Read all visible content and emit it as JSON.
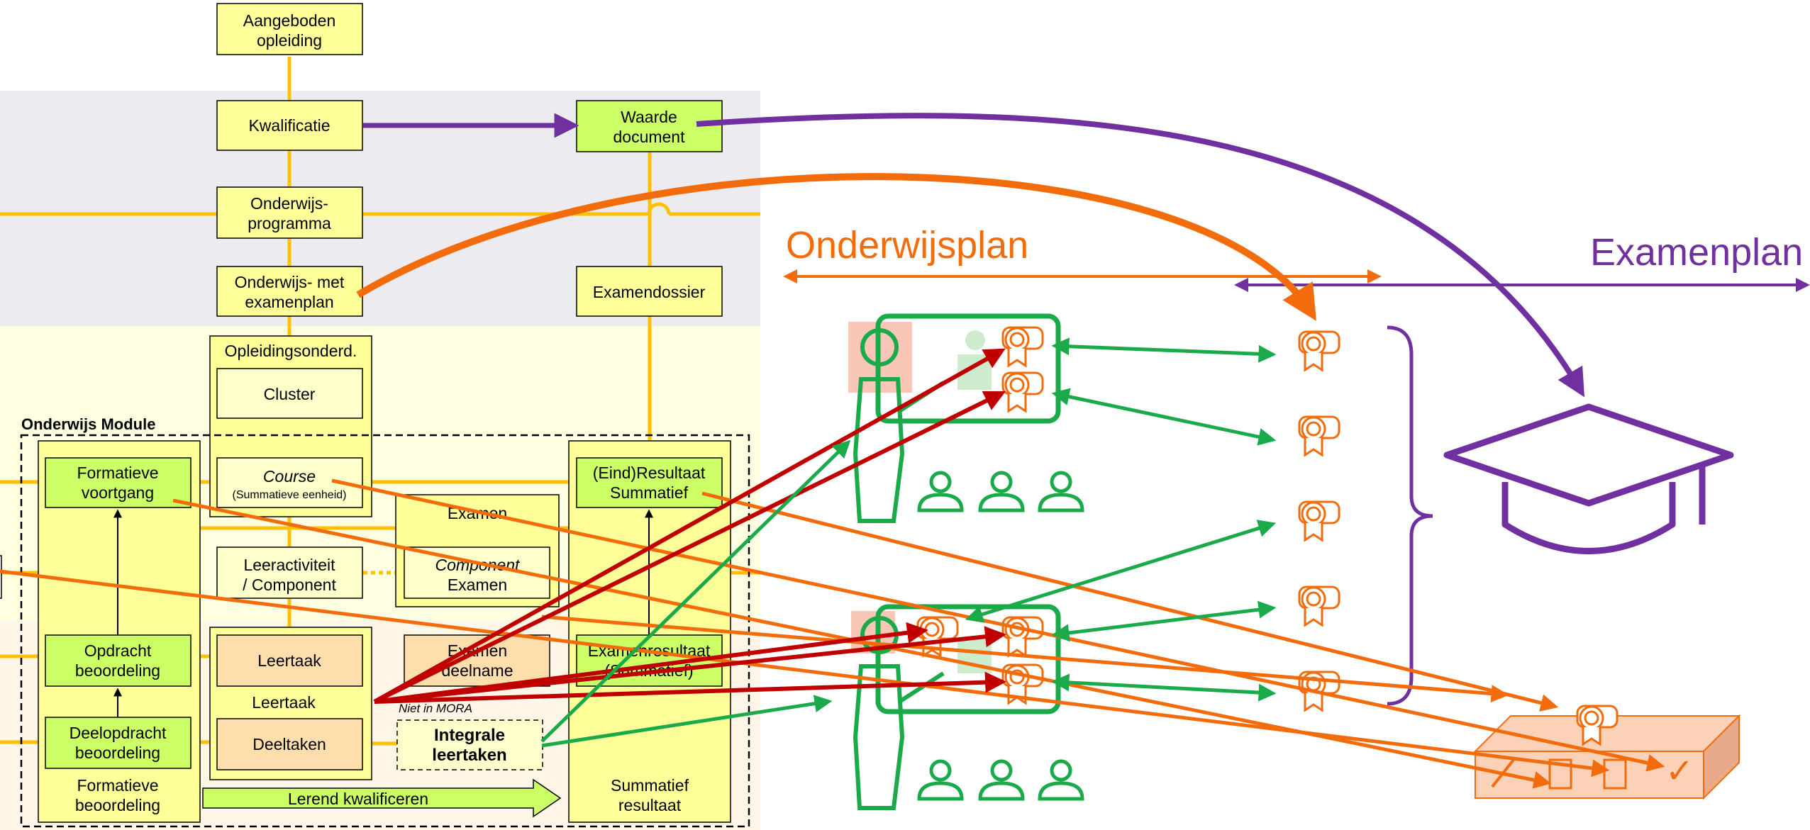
{
  "boxes": {
    "aangeboden": [
      "Aangeboden",
      "opleiding"
    ],
    "kwalificatie": [
      "Kwalificatie"
    ],
    "waarde": [
      "Waarde",
      "document"
    ],
    "onderwijsprogramma": [
      "Onderwijs-",
      "programma"
    ],
    "onderwijs_examenplan": [
      "Onderwijs- met",
      "examenplan"
    ],
    "examendossier": [
      "Examendossier"
    ],
    "opleidingsonderdeel": [
      "Opleidingsonderd."
    ],
    "cluster": [
      "Cluster"
    ],
    "onderwijs_module": [
      "Onderwijs Module"
    ],
    "formatieve_voortgang": [
      "Formatieve",
      "voortgang"
    ],
    "course": [
      "Course"
    ],
    "course_sub": [
      "(Summatieve eenheid)"
    ],
    "eindresultaat": [
      "(Eind)Resultaat",
      "Summatief"
    ],
    "examen": [
      "Examen"
    ],
    "leeractiviteit": [
      "Leeractiviteit",
      "/ Component"
    ],
    "component_examen": [
      "Component",
      "Examen"
    ],
    "opdracht": [
      "Opdracht",
      "beoordeling"
    ],
    "leertaak": [
      "Leertaak"
    ],
    "leertaak_group": [
      "Leertaak"
    ],
    "examen_deelname": [
      "Examen",
      "deelname"
    ],
    "examenresultaat": [
      "Examenresultaat",
      "(Summatief)"
    ],
    "deelopdracht": [
      "Deelopdracht",
      "beoordeling"
    ],
    "deeltaken": [
      "Deeltaken"
    ],
    "integrale": [
      "Integrale",
      "leertaken"
    ],
    "niet_in_mora": [
      "Niet in MORA"
    ],
    "formatieve_beoordeling": [
      "Formatieve",
      "beoordeling"
    ],
    "lerend_kwalificeren": [
      "Lerend kwalificeren"
    ],
    "summatief_resultaat": [
      "Summatief",
      "resultaat"
    ]
  },
  "headings": {
    "onderwijsplan": "Onderwijsplan",
    "examenplan": "Examenplan"
  },
  "icons": [
    "teacher-at-board-icon",
    "certificate-icon",
    "graduation-cap-icon",
    "exam-box-icon",
    "students-icon"
  ],
  "colors": {
    "box_green": "#ccff66",
    "box_yellow": "#ffff99",
    "box_peach": "#ffdead",
    "connector": "#ffc000",
    "orange": "#f26c0c",
    "purple": "#7030a0",
    "green": "#1aaa4a",
    "red": "#c00000"
  }
}
